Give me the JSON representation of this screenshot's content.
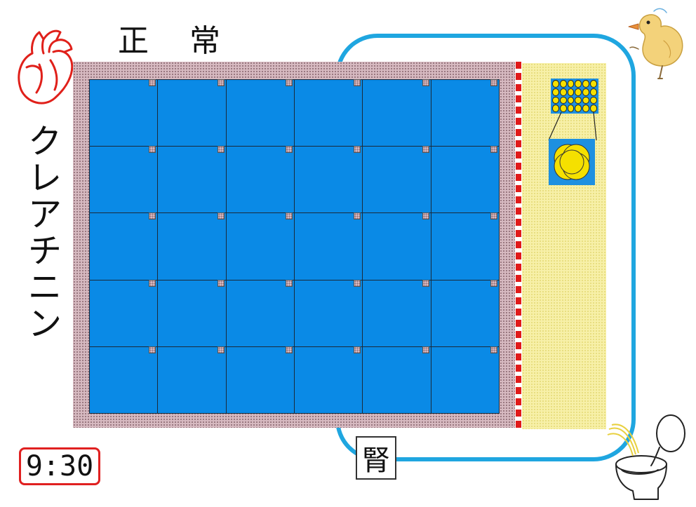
{
  "title": "正 常",
  "substance_label": [
    "ク",
    "レ",
    "ア",
    "チ",
    "ニ",
    "ン"
  ],
  "organ_label": "腎",
  "clock": "9:30",
  "grid": {
    "rows": 5,
    "cols": 6
  },
  "colors": {
    "cell_blue": "#0a8ae6",
    "loop_blue": "#1fa6e0",
    "membrane_red": "#e01a1a",
    "zone_yellow": "#f7f0a8",
    "tissue_pink": "#d6b9c0"
  },
  "icons": [
    "heart-icon",
    "duck-icon",
    "toilet-icon",
    "filter-cell-icon"
  ]
}
